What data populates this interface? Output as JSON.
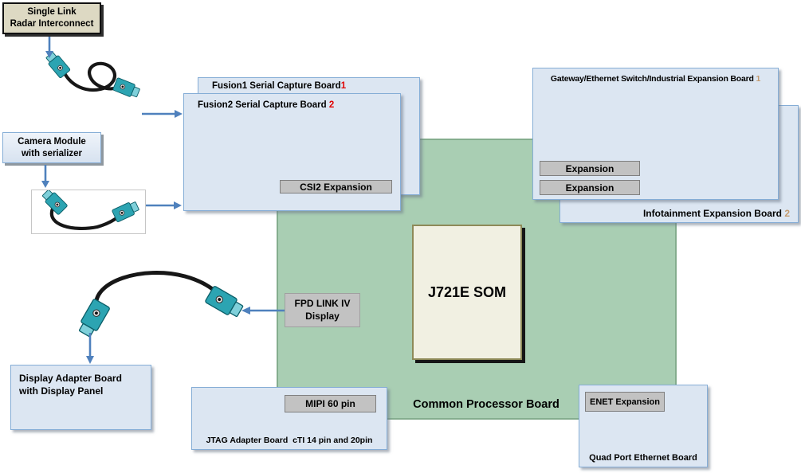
{
  "colors": {
    "board_blue": "#dce6f2",
    "board_border": "#85add6",
    "green_board": "#a9ceb3",
    "green_border": "#84ad8e",
    "button_gray": "#c2c2c2",
    "button_border": "#7f7f7f",
    "beige": "#ddd9c3",
    "som_fill": "#f1f0e2",
    "som_border": "#8e8a58",
    "arrow_blue": "#4f81bd",
    "connector_teal": "#2ca4b2",
    "red_number": "#e00000",
    "tan_number": "#c49a6e"
  },
  "boxes": {
    "radar": {
      "line1": "Single Link",
      "line2": "Radar Interconnect"
    },
    "camera": {
      "line1": "Camera Module",
      "line2": "with serializer"
    },
    "fusion1": {
      "title": "Fusion1 Serial Capture Board",
      "number": "1"
    },
    "fusion2": {
      "title": "Fusion2 Serial Capture Board ",
      "number": "2"
    },
    "csi2_button": "CSI2 Expansion",
    "gateway": {
      "title": "Gateway/Ethernet Switch/Industrial Expansion Board ",
      "number": "1",
      "button1": "Expansion",
      "button2": "Expansion"
    },
    "infotainment": {
      "title": "Infotainment Expansion Board ",
      "number": "2"
    },
    "som": {
      "label": "J721E SOM"
    },
    "processor": {
      "label": "Common Processor Board"
    },
    "fpd": {
      "line1": "FPD LINK IV",
      "line2": "Display"
    },
    "display_adapter": {
      "line1": "Display Adapter Board",
      "line2": "with Display Panel"
    },
    "jtag": {
      "label": "JTAG Adapter Board  cTI 14 pin and 20pin",
      "mipi_button": "MIPI 60 pin"
    },
    "quad": {
      "label": "Quad Port Ethernet Board",
      "enet_button": "ENET Expansion"
    }
  }
}
